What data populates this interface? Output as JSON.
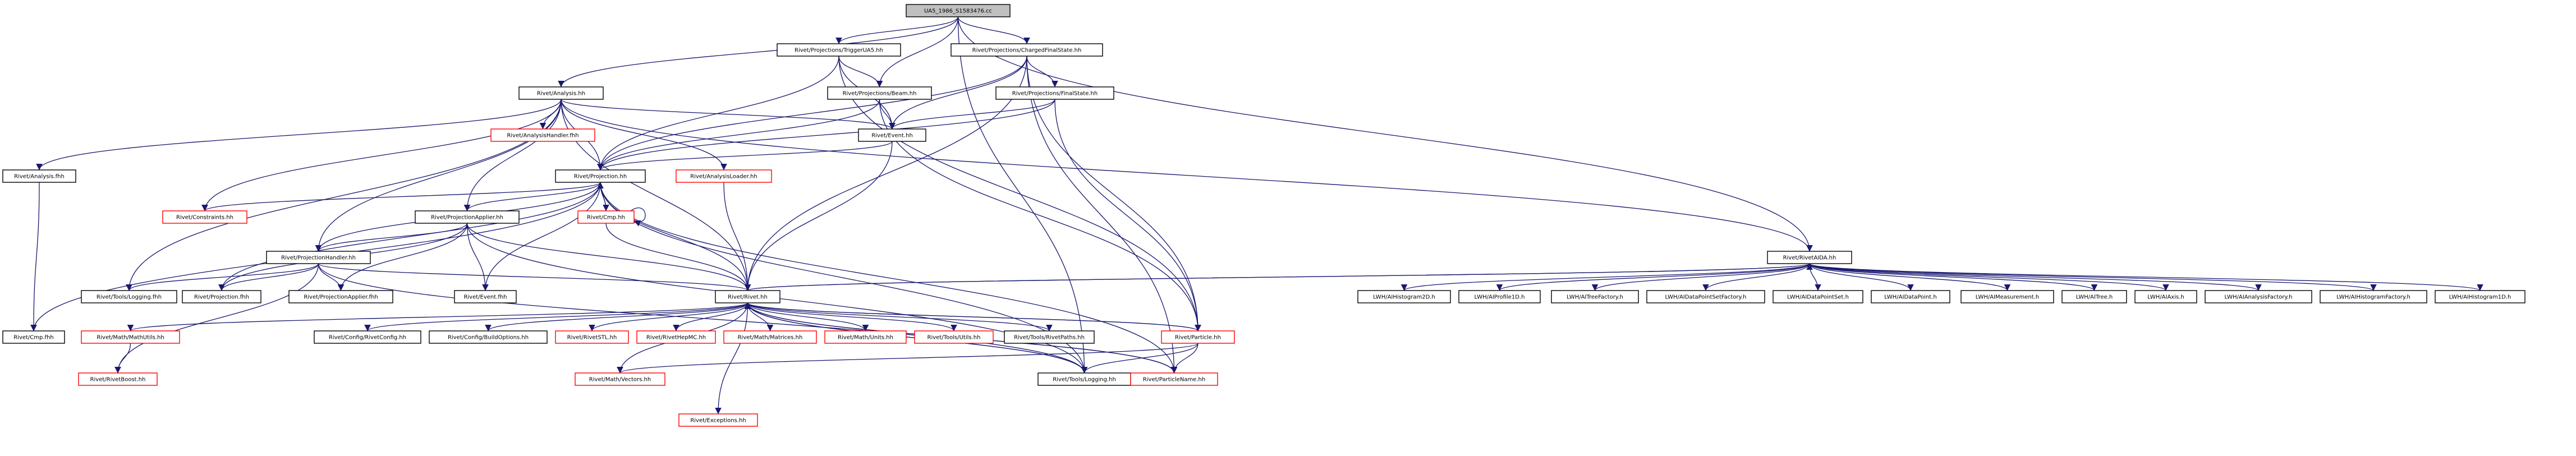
{
  "colors": {
    "edge": "#191970",
    "node_border": "#000000",
    "missing_border": "#ff0000",
    "root_fill": "#bfbfbf",
    "node_fill": "#ffffff"
  },
  "nodes": [
    {
      "id": "root",
      "label": "UA5_1986_S1583476.cc",
      "style": "root"
    },
    {
      "id": "trig",
      "label": "Rivet/Projections/TriggerUA5.hh",
      "style": "normal"
    },
    {
      "id": "cfs",
      "label": "Rivet/Projections/ChargedFinalState.hh",
      "style": "normal"
    },
    {
      "id": "analysis_hh",
      "label": "Rivet/Analysis.hh",
      "style": "normal"
    },
    {
      "id": "beam",
      "label": "Rivet/Projections/Beam.hh",
      "style": "normal"
    },
    {
      "id": "fs",
      "label": "Rivet/Projections/FinalState.hh",
      "style": "normal"
    },
    {
      "id": "aida",
      "label": "Rivet/RivetAIDA.hh",
      "style": "normal"
    },
    {
      "id": "analysis_fhh",
      "label": "Rivet/Analysis.fhh",
      "style": "normal"
    },
    {
      "id": "ahandler",
      "label": "Rivet/AnalysisHandler.fhh",
      "style": "missing"
    },
    {
      "id": "event_hh",
      "label": "Rivet/Event.hh",
      "style": "normal"
    },
    {
      "id": "proj_hh",
      "label": "Rivet/Projection.hh",
      "style": "normal"
    },
    {
      "id": "aloader",
      "label": "Rivet/AnalysisLoader.hh",
      "style": "missing"
    },
    {
      "id": "constraints",
      "label": "Rivet/Constraints.hh",
      "style": "missing"
    },
    {
      "id": "papplier_hh",
      "label": "Rivet/ProjectionApplier.hh",
      "style": "normal"
    },
    {
      "id": "cmp_hh",
      "label": "Rivet/Cmp.hh",
      "style": "missing"
    },
    {
      "id": "phandler_hh",
      "label": "Rivet/ProjectionHandler.hh",
      "style": "normal"
    },
    {
      "id": "event_fhh",
      "label": "Rivet/Event.fhh",
      "style": "normal"
    },
    {
      "id": "tlog_fhh",
      "label": "Rivet/Tools/Logging.fhh",
      "style": "normal"
    },
    {
      "id": "proj_fhh",
      "label": "Rivet/Projection.fhh",
      "style": "normal"
    },
    {
      "id": "papplier_fhh",
      "label": "Rivet/ProjectionApplier.fhh",
      "style": "normal"
    },
    {
      "id": "rivet_hh",
      "label": "Rivet/Rivet.hh",
      "style": "normal"
    },
    {
      "id": "cmp_fhh",
      "label": "Rivet/Cmp.fhh",
      "style": "normal"
    },
    {
      "id": "mathutils",
      "label": "Rivet/Math/MathUtils.hh",
      "style": "missing"
    },
    {
      "id": "rboost",
      "label": "Rivet/RivetBoost.hh",
      "style": "missing"
    },
    {
      "id": "rivetconfig",
      "label": "Rivet/Config/RivetConfig.hh",
      "style": "normal"
    },
    {
      "id": "buildoptions",
      "label": "Rivet/Config/BuildOptions.hh",
      "style": "normal"
    },
    {
      "id": "rstl",
      "label": "Rivet/RivetSTL.hh",
      "style": "missing"
    },
    {
      "id": "rhepmc",
      "label": "Rivet/RivetHepMC.hh",
      "style": "missing"
    },
    {
      "id": "matrices",
      "label": "Rivet/Math/Matrices.hh",
      "style": "missing"
    },
    {
      "id": "units",
      "label": "Rivet/Math/Units.hh",
      "style": "missing"
    },
    {
      "id": "tutils",
      "label": "Rivet/Tools/Utils.hh",
      "style": "missing"
    },
    {
      "id": "rpaths",
      "label": "Rivet/Tools/RivetPaths.hh",
      "style": "normal"
    },
    {
      "id": "particle",
      "label": "Rivet/Particle.hh",
      "style": "missing"
    },
    {
      "id": "vectors",
      "label": "Rivet/Math/Vectors.hh",
      "style": "missing"
    },
    {
      "id": "tlog_hh",
      "label": "Rivet/Tools/Logging.hh",
      "style": "normal"
    },
    {
      "id": "pname",
      "label": "Rivet/ParticleName.hh",
      "style": "missing"
    },
    {
      "id": "exceptions",
      "label": "Rivet/Exceptions.hh",
      "style": "missing"
    },
    {
      "id": "l_h2d",
      "label": "LWH/AIHistogram2D.h",
      "style": "normal"
    },
    {
      "id": "l_prof",
      "label": "LWH/AIProfile1D.h",
      "style": "normal"
    },
    {
      "id": "l_tree_f",
      "label": "LWH/AITreeFactory.h",
      "style": "normal"
    },
    {
      "id": "l_dps_f",
      "label": "LWH/AIDataPointSetFactory.h",
      "style": "normal"
    },
    {
      "id": "l_dps",
      "label": "LWH/AIDataPointSet.h",
      "style": "normal"
    },
    {
      "id": "l_dp",
      "label": "LWH/AIDataPoint.h",
      "style": "normal"
    },
    {
      "id": "l_meas",
      "label": "LWH/AIMeasurement.h",
      "style": "normal"
    },
    {
      "id": "l_tree",
      "label": "LWH/AITree.h",
      "style": "normal"
    },
    {
      "id": "l_axis",
      "label": "LWH/AIAxis.h",
      "style": "normal"
    },
    {
      "id": "l_an_f",
      "label": "LWH/AIAnalysisFactory.h",
      "style": "normal"
    },
    {
      "id": "l_hist_f",
      "label": "LWH/AIHistogramFactory.h",
      "style": "normal"
    },
    {
      "id": "l_h1d",
      "label": "LWH/AIHistogram1D.h",
      "style": "normal"
    }
  ]
}
